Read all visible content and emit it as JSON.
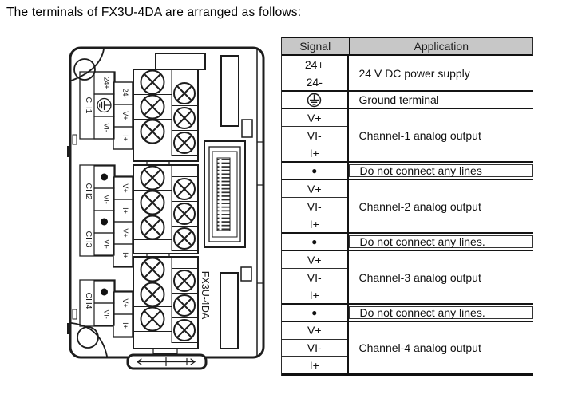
{
  "title": "The terminals of FX3U-4DA are arranged as follows:",
  "device": {
    "model": "FX3U-4DA",
    "channels": [
      "CH1",
      "CH2",
      "CH3",
      "CH4"
    ],
    "terminals": {
      "p24": "24+",
      "m24": "24-",
      "vp": "V+",
      "vim": "VI-",
      "ip": "I+"
    },
    "icons": {
      "ground": "earth-ground-icon",
      "no_connect": "dot-icon"
    }
  },
  "table": {
    "headers": {
      "signal": "Signal",
      "application": "Application"
    },
    "dot": "●",
    "groups": [
      {
        "signals": [
          "24+",
          "24-"
        ],
        "application": "24 V DC power supply"
      },
      {
        "signals": [
          "GND"
        ],
        "application": "Ground terminal"
      },
      {
        "signals": [
          "V+",
          "VI-",
          "I+"
        ],
        "application": "Channel-1 analog output"
      },
      {
        "signals": [
          "●"
        ],
        "application": "Do not connect any lines"
      },
      {
        "signals": [
          "V+",
          "VI-",
          "I+"
        ],
        "application": "Channel-2 analog output"
      },
      {
        "signals": [
          "●"
        ],
        "application": "Do not connect any lines."
      },
      {
        "signals": [
          "V+",
          "VI-",
          "I+"
        ],
        "application": "Channel-3 analog output"
      },
      {
        "signals": [
          "●"
        ],
        "application": "Do not connect any lines."
      },
      {
        "signals": [
          "V+",
          "VI-",
          "I+"
        ],
        "application": "Channel-4 analog output"
      }
    ]
  },
  "colors": {
    "line": "#1d1d1d",
    "header_bg": "#c7c7c7",
    "text": "#111111"
  }
}
